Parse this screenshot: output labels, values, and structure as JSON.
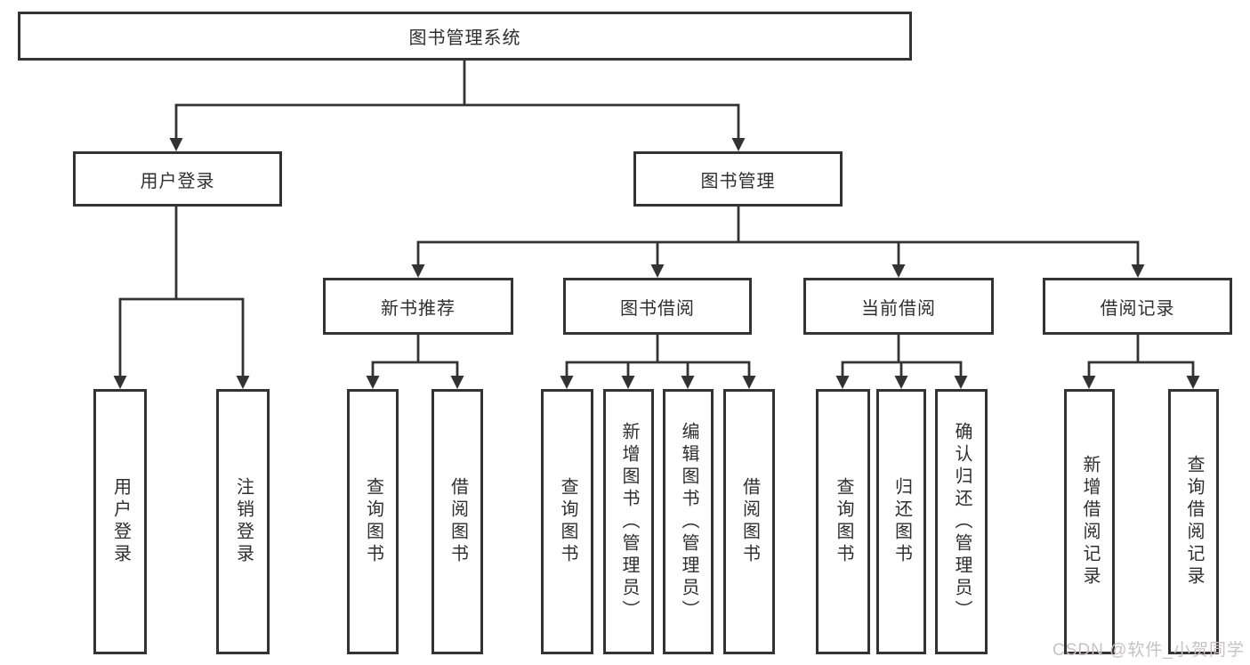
{
  "diagram": {
    "root": "图书管理系统",
    "branches": [
      {
        "label": "用户登录",
        "children": [
          "用户登录",
          "注销登录"
        ]
      },
      {
        "label": "图书管理",
        "sections": [
          {
            "label": "新书推荐",
            "children": [
              "查询图书",
              "借阅图书"
            ]
          },
          {
            "label": "图书借阅",
            "children": [
              "查询图书",
              "新增图书（管理员）",
              "编辑图书（管理员）",
              "借阅图书"
            ]
          },
          {
            "label": "当前借阅",
            "children": [
              "查询图书",
              "归还图书",
              "确认归还（管理员）"
            ]
          },
          {
            "label": "借阅记录",
            "children": [
              "新增借阅记录",
              "查询借阅记录"
            ]
          }
        ]
      }
    ]
  },
  "watermark": {
    "text": "CSDN @软件_小贺同学"
  },
  "colors": {
    "line": "#333333",
    "box_border": "#333333",
    "box_fill": "#ffffff",
    "text": "#2f2f2f",
    "watermark": "#c7c2c4",
    "background": "#ffffff"
  }
}
